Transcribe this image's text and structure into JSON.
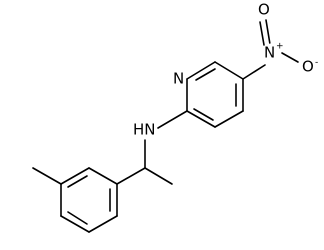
{
  "molecule": {
    "atoms": {
      "ring_nitrogen": "N",
      "amine_nitrogen": "HN",
      "nitro_nitrogen": "N",
      "nitro_nitrogen_charge": "+",
      "nitro_oxygen_top": "O",
      "nitro_oxygen_right": "O",
      "nitro_oxygen_right_charge": "-"
    }
  }
}
